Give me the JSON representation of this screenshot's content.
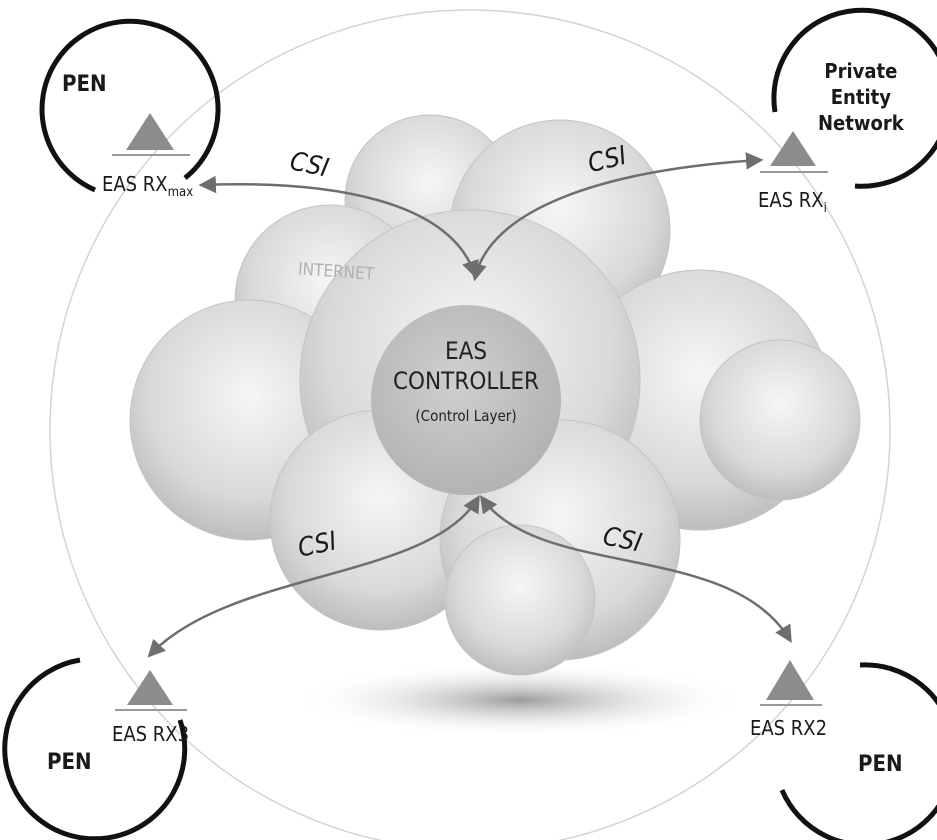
{
  "pen_nodes": [
    {
      "title_lines": [
        "PEN"
      ],
      "receiver_label": "EAS RX",
      "receiver_subscript": "max"
    },
    {
      "title_lines": [
        "Private",
        "Entity",
        "Network"
      ],
      "receiver_label": "EAS RX",
      "receiver_subscript": "i"
    },
    {
      "title_lines": [
        "PEN"
      ],
      "receiver_label": "EAS RX3",
      "receiver_subscript": ""
    },
    {
      "title_lines": [
        "PEN"
      ],
      "receiver_label": "EAS RX2",
      "receiver_subscript": ""
    }
  ],
  "links": [
    {
      "label": "CSI"
    },
    {
      "label": "CSI"
    },
    {
      "label": "CSI"
    },
    {
      "label": "CSI"
    }
  ],
  "cloud": {
    "label": "INTERNET"
  },
  "controller": {
    "line1": "EAS",
    "line2": "CONTROLLER",
    "sub": "(Control Layer)"
  },
  "colors": {
    "node_ring": "#111111",
    "triangle": "#8c8c8c",
    "arrow": "#6e6e6e",
    "controller_fill": "#bdbdbd",
    "cloud_fill": "#e4e4e4",
    "background": "#ffffff"
  }
}
